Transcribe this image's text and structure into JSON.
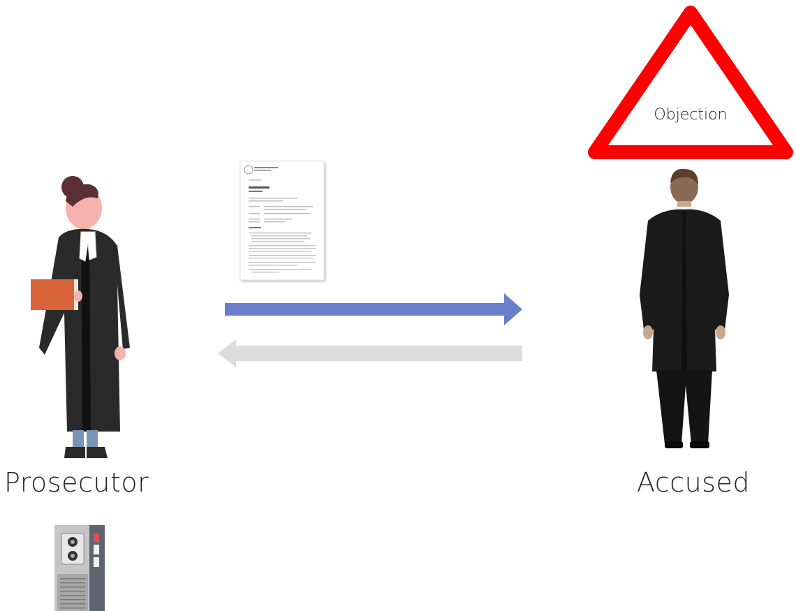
{
  "labels": {
    "prosecutor": "Prosecutor",
    "accused": "Accused"
  },
  "warning_sign": {
    "text": "Objection",
    "border_color": "#ff0000",
    "icon": "warning-triangle-icon"
  },
  "arrows": {
    "to_accused_color": "#6a7fcb",
    "to_prosecutor_color": "#d9d9d9"
  },
  "icons": {
    "document": "document-icon",
    "recorder": "voice-recorder-icon"
  }
}
